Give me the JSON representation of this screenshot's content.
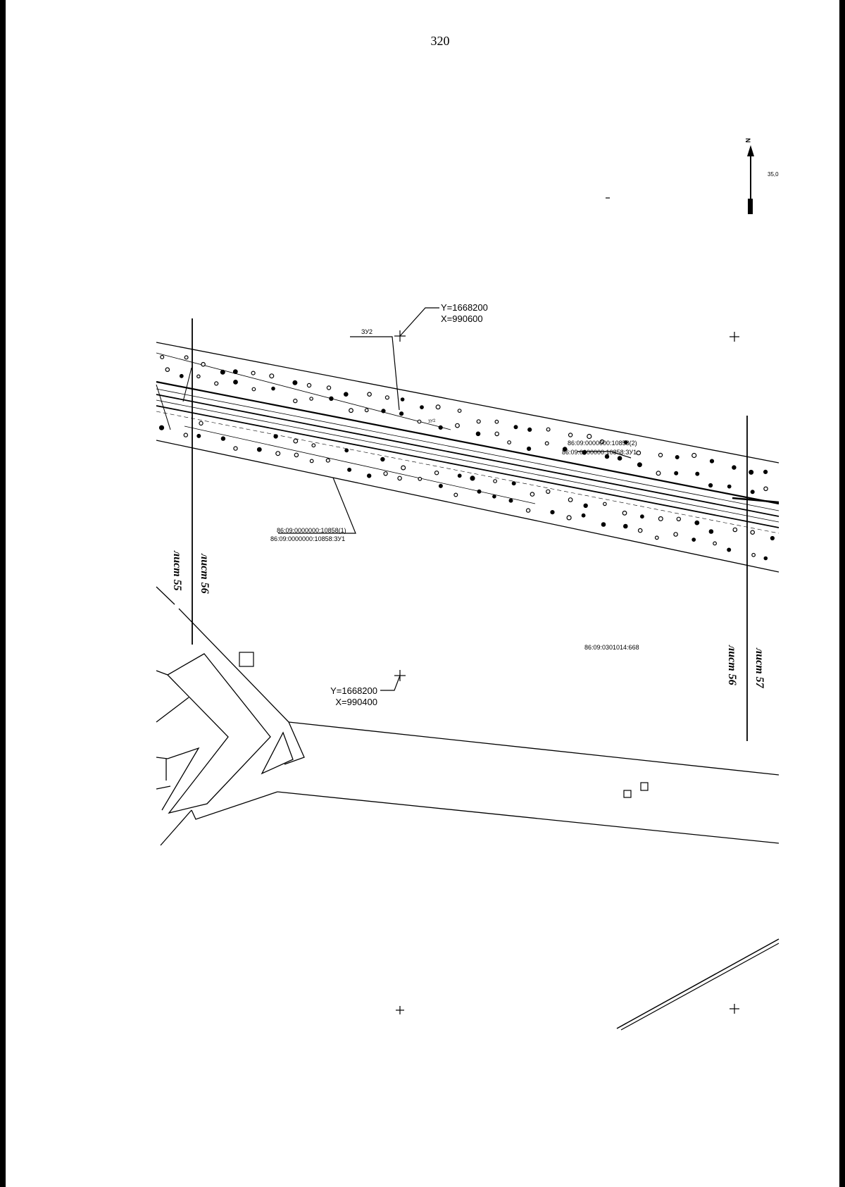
{
  "page_number": "320",
  "north_arrow": {
    "label": "N",
    "angle_label": "35,0"
  },
  "coords": {
    "top": {
      "y": "Y=1668200",
      "x": "X=990600"
    },
    "bottom": {
      "y": "Y=1668200",
      "x": "X=990400"
    }
  },
  "zone_labels": {
    "zu2": "ЗУ2",
    "zu2_small": "ЗУ2",
    "parcel_right_line1": "86:09:0000000:10858(2)",
    "parcel_right_line2": "86:09:0000000:10858:ЗУ1",
    "parcel_left_line1": "86:09:0000000:10858(1)",
    "parcel_left_line2": "86:09:0000000:10858:ЗУ1",
    "cadastral_block": "86:09:0301014:668"
  },
  "sheet_labels": {
    "left_55": "лист 55",
    "left_56": "лист 56",
    "right_56": "лист 56",
    "right_57": "лист 57"
  },
  "colors": {
    "ink": "#000000",
    "paper": "#ffffff",
    "frame": "#000000"
  }
}
